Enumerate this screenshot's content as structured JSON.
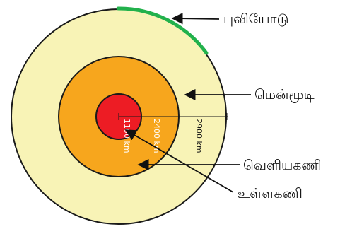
{
  "labels": {
    "crust": "புவியோடு",
    "mantle": "மென்மூடி",
    "outer_core": "வெளியகணி",
    "inner_core": "உள்ளகணி"
  },
  "measurements": {
    "inner_core": "1100 km",
    "outer_core": "2400 km",
    "mantle": "2900 km"
  },
  "colors": {
    "crust": "#22b14c",
    "mantle": "#f8f3b6",
    "outer_core": "#f7a61d",
    "inner_core": "#ed1c24",
    "outline": "#1a1a1a"
  }
}
